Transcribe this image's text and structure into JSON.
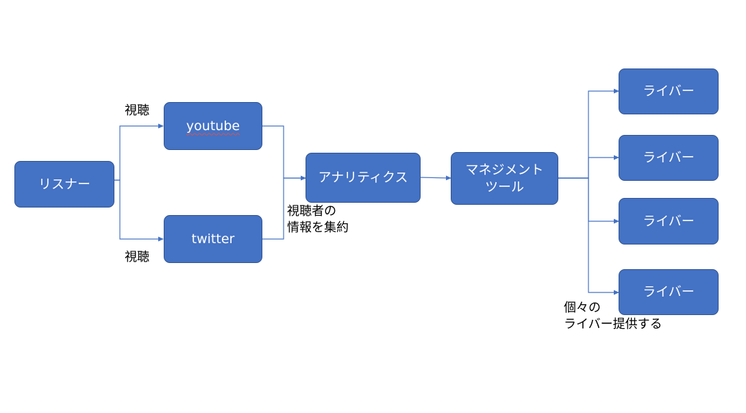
{
  "nodes": {
    "listener": "リスナー",
    "youtube": "youtube",
    "twitter": "twitter",
    "analytics": "アナリティクス",
    "management": "マネジメント\nツール",
    "liver_1": "ライバー",
    "liver_2": "ライバー",
    "liver_3": "ライバー",
    "liver_4": "ライバー"
  },
  "labels": {
    "watch_top": "視聴",
    "watch_bottom": "視聴",
    "aggregate": "視聴者の\n情報を集約",
    "provide": "個々の\nライバー提供する"
  },
  "colors": {
    "node_fill": "#4472c4",
    "node_border": "#2f528f",
    "connector": "#4472c4"
  }
}
